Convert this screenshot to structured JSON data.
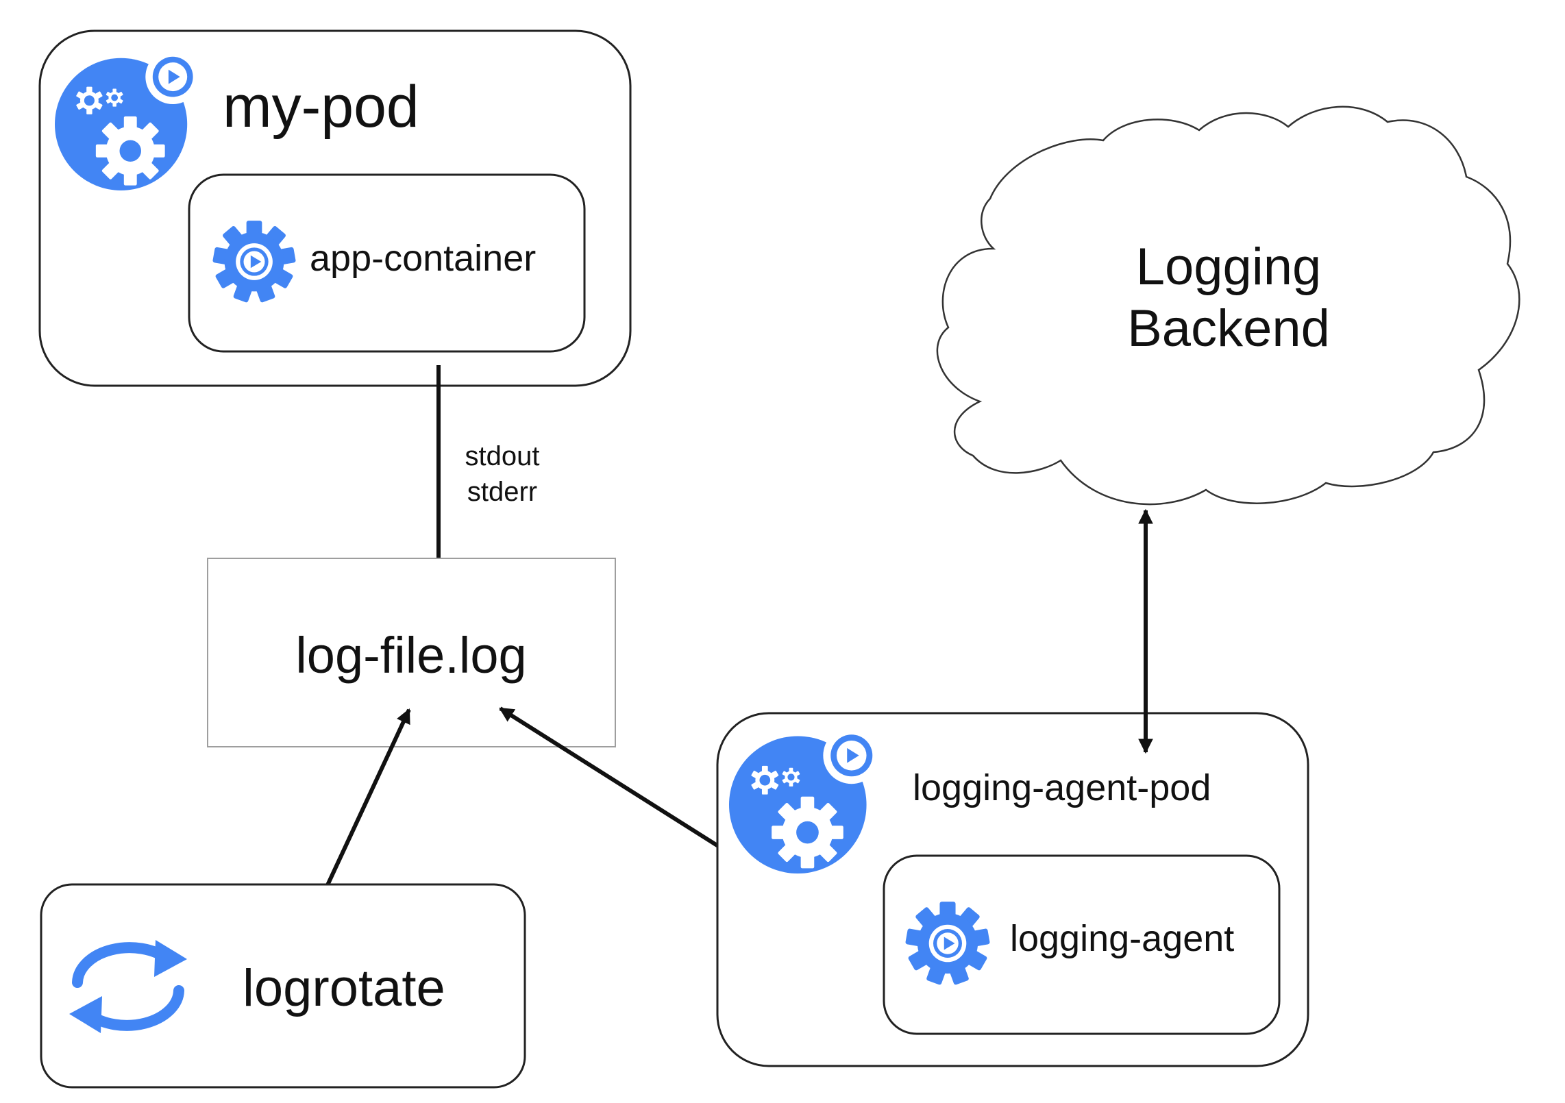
{
  "colors": {
    "icon_blue": "#4285f4",
    "line": "#111111",
    "box_border": "#222222",
    "file_border": "#9e9e9e"
  },
  "pod": {
    "title": "my-pod",
    "icon": "pod-gears-icon",
    "container": {
      "label": "app-container",
      "icon": "container-gear-icon"
    }
  },
  "stream": {
    "line1": "stdout",
    "line2": "stderr"
  },
  "log_file": {
    "label": "log-file.log"
  },
  "logrotate": {
    "label": "logrotate",
    "icon": "rotate-arrows-icon"
  },
  "agent_pod": {
    "title": "logging-agent-pod",
    "icon": "pod-gears-icon",
    "container": {
      "label": "logging-agent",
      "icon": "container-gear-icon"
    }
  },
  "backend": {
    "line1": "Logging",
    "line2": "Backend",
    "icon": "cloud-icon"
  }
}
